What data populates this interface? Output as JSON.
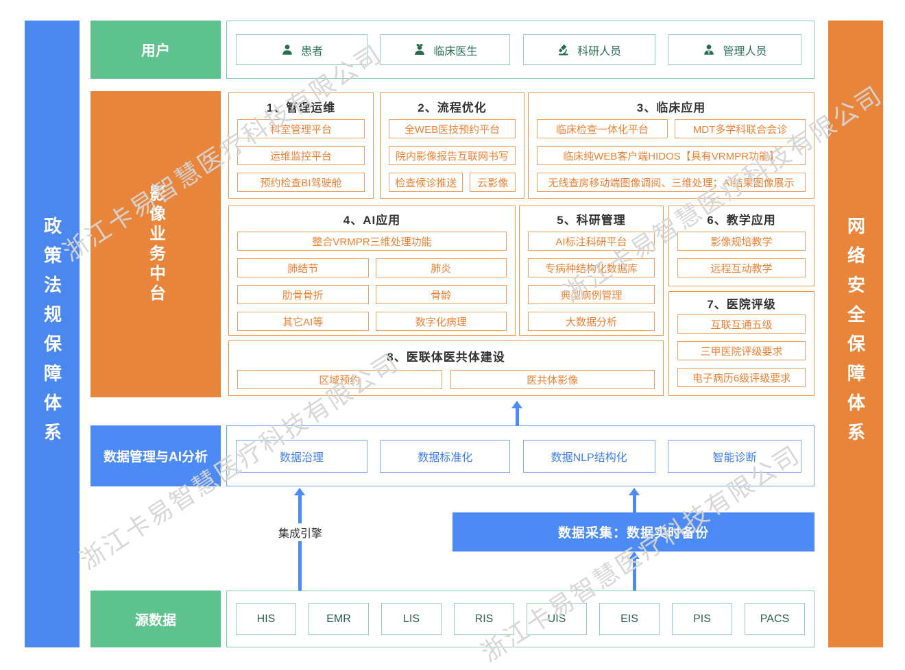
{
  "watermark": {
    "text": "浙江卡易智慧医疗科技有限公司"
  },
  "sidebars": {
    "left": "政策法规保障体系",
    "right": "网络安全保障体系"
  },
  "users": {
    "label": "用户",
    "items": [
      {
        "label": "患者",
        "icon": "patient-icon"
      },
      {
        "label": "临床医生",
        "icon": "doctor-icon"
      },
      {
        "label": "科研人员",
        "icon": "microscope-icon"
      },
      {
        "label": "管理人员",
        "icon": "manager-icon"
      }
    ]
  },
  "imaging": {
    "label": "影像业务中台",
    "sections": {
      "s1": {
        "title": "1、管理运维",
        "items": [
          "科室管理平台",
          "运维监控平台",
          "预约检查BI驾驶舱"
        ]
      },
      "s2": {
        "title": "2、流程优化",
        "items": [
          "全WEB医技预约平台",
          "院内影像报告互联网书写",
          "检查候诊推送",
          "云影像"
        ]
      },
      "s3": {
        "title": "3、临床应用",
        "items": [
          "临床检查一体化平台",
          "MDT多学科联合会诊",
          "临床纯WEB客户端HIDOS【具有VRMPR功能】",
          "无线查房移动端图像调阅、三维处理；AI结果图像展示"
        ]
      },
      "s4": {
        "title": "4、AI应用",
        "items": [
          "整合VRMPR三维处理功能",
          "肺结节",
          "肺炎",
          "肋骨骨折",
          "骨龄",
          "其它AI等",
          "数字化病理"
        ]
      },
      "s5": {
        "title": "5、科研管理",
        "items": [
          "AI标注科研平台",
          "专病种结构化数据库",
          "典型病例管理",
          "大数据分析"
        ]
      },
      "s6": {
        "title": "6、教学应用",
        "items": [
          "影像规培教学",
          "远程互动教学"
        ]
      },
      "s7": {
        "title": "7、医院评级",
        "items": [
          "互联互通五级",
          "三甲医院评级要求",
          "电子病历6级评级要求"
        ]
      },
      "s8": {
        "title": "8、医联体医共体建设",
        "items": [
          "区域预约",
          "医共体影像"
        ]
      }
    }
  },
  "data_mgmt": {
    "label": "数据管理与AI分析",
    "items": [
      "数据治理",
      "数据标准化",
      "数据NLP结构化",
      "智能诊断"
    ]
  },
  "pipeline": {
    "integration_engine": "集成引擎",
    "data_collection": "数据采集：数据实时备份"
  },
  "source_data": {
    "label": "源数据",
    "items": [
      "HIS",
      "EMR",
      "LIS",
      "RIS",
      "UIS",
      "EIS",
      "PIS",
      "PACS"
    ]
  },
  "colors": {
    "green": "#5ec28e",
    "orange": "#e8853b",
    "blue": "#4c8bf5",
    "orange_text": "#ee8132",
    "blue_text": "#3f7ef0",
    "green_text": "#266e4f"
  }
}
